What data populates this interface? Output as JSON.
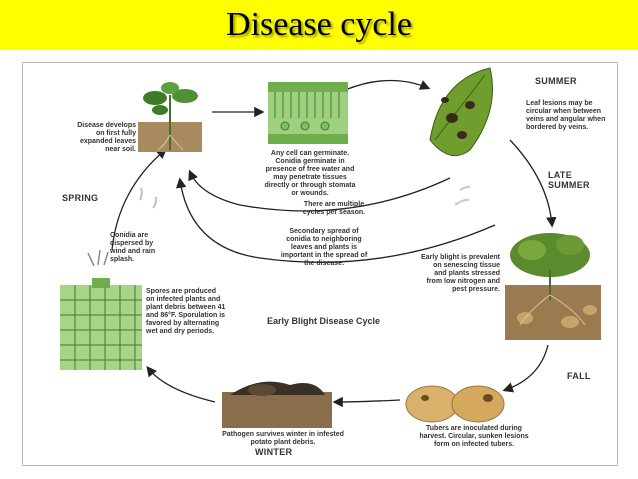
{
  "slide": {
    "title": "Disease cycle",
    "title_bar_color": "#ffff00"
  },
  "diagram": {
    "center_title": "Early Blight Disease Cycle",
    "seasons": {
      "summer": "SUMMER",
      "late_summer": "LATE SUMMER",
      "fall": "FALL",
      "winter": "WINTER",
      "spring": "SPRING"
    },
    "captions": {
      "seedling": "Disease develops on first fully expanded leaves near soil.",
      "germination": "Any cell can germinate. Conidia germinate in presence of free water and may penetrate tissues directly or through stomata or wounds.",
      "leaf_lesions": "Leaf lesions may be circular when between veins and angular when bordered by veins.",
      "multiple_cycles": "There are multiple cycles per season.",
      "secondary_spread": "Secondary spread of conidia to neighboring leaves and plants is important in the spread of the disease.",
      "early_blight": "Early blight is prevalent on senescing tissue and plants stressed from low nitrogen and pest pressure.",
      "conidia_dispersed": "Conidia are dispersed by wind and rain splash.",
      "spores_produced": "Spores are produced on infected plants and plant debris between 41 and 86°F. Sporulation is favored by alternating wet and dry periods.",
      "tubers": "Tubers are inoculated during harvest. Circular, sunken lesions form on infected tubers.",
      "pathogen_winter": "Pathogen survives winter in infested potato plant debris."
    }
  }
}
